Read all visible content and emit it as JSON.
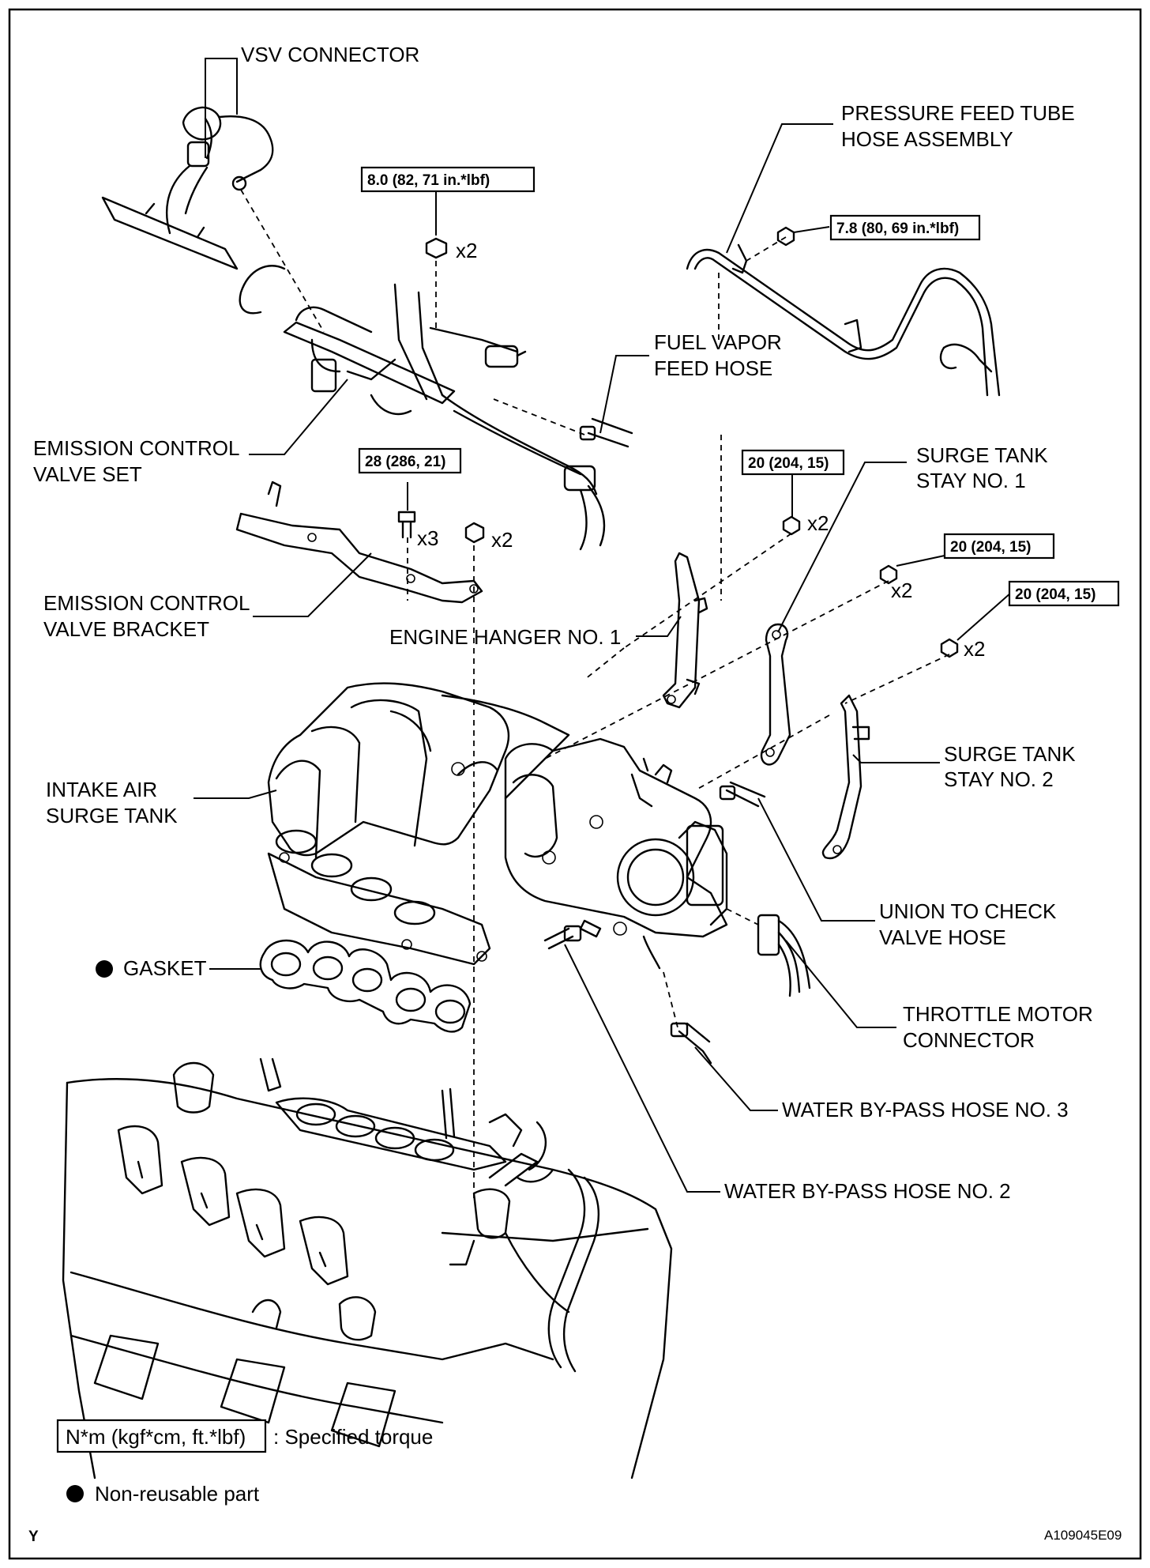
{
  "labels": {
    "vsv_connector": "VSV CONNECTOR",
    "pressure_feed_tube": [
      "PRESSURE FEED TUBE",
      "HOSE ASSEMBLY"
    ],
    "fuel_vapor_feed_hose": [
      "FUEL VAPOR",
      "FEED HOSE"
    ],
    "emission_control_valve_set": [
      "EMISSION CONTROL",
      "VALVE SET"
    ],
    "surge_tank_stay_1": [
      "SURGE TANK",
      "STAY NO. 1"
    ],
    "emission_control_valve_bracket": [
      "EMISSION CONTROL",
      "VALVE BRACKET"
    ],
    "engine_hanger_1": "ENGINE HANGER NO. 1",
    "surge_tank_stay_2": [
      "SURGE TANK",
      "STAY NO. 2"
    ],
    "intake_air_surge_tank": [
      "INTAKE AIR",
      "SURGE TANK"
    ],
    "union_to_check_valve_hose": [
      "UNION TO CHECK",
      "VALVE HOSE"
    ],
    "gasket": "GASKET",
    "throttle_motor_connector": [
      "THROTTLE MOTOR",
      "CONNECTOR"
    ],
    "water_bypass_hose_3": "WATER BY-PASS HOSE NO. 3",
    "water_bypass_hose_2": "WATER BY-PASS HOSE NO. 2"
  },
  "torques": {
    "valve_set_nut": "8.0 (82, 71 in.*lbf)",
    "tube_bolt": "7.8 (80, 69 in.*lbf)",
    "bracket_bolt": "28 (286, 21)",
    "hanger_bolt": "20 (204, 15)",
    "stay1_bolt": "20 (204, 15)",
    "stay2_bolt": "20 (204, 15)"
  },
  "quantities": {
    "valve_set_nut": "x2",
    "bracket_bolt": "x3",
    "bracket_nut": "x2",
    "hanger_bolt": "x2",
    "stay1_bolt": "x2",
    "stay2_bolt": "x2"
  },
  "legend": {
    "torque_box": "N*m (kgf*cm, ft.*lbf)",
    "torque_desc": ": Specified torque",
    "nonreusable_desc": "Non-reusable part"
  },
  "corner": {
    "left": "Y",
    "right": "A109045E09"
  }
}
